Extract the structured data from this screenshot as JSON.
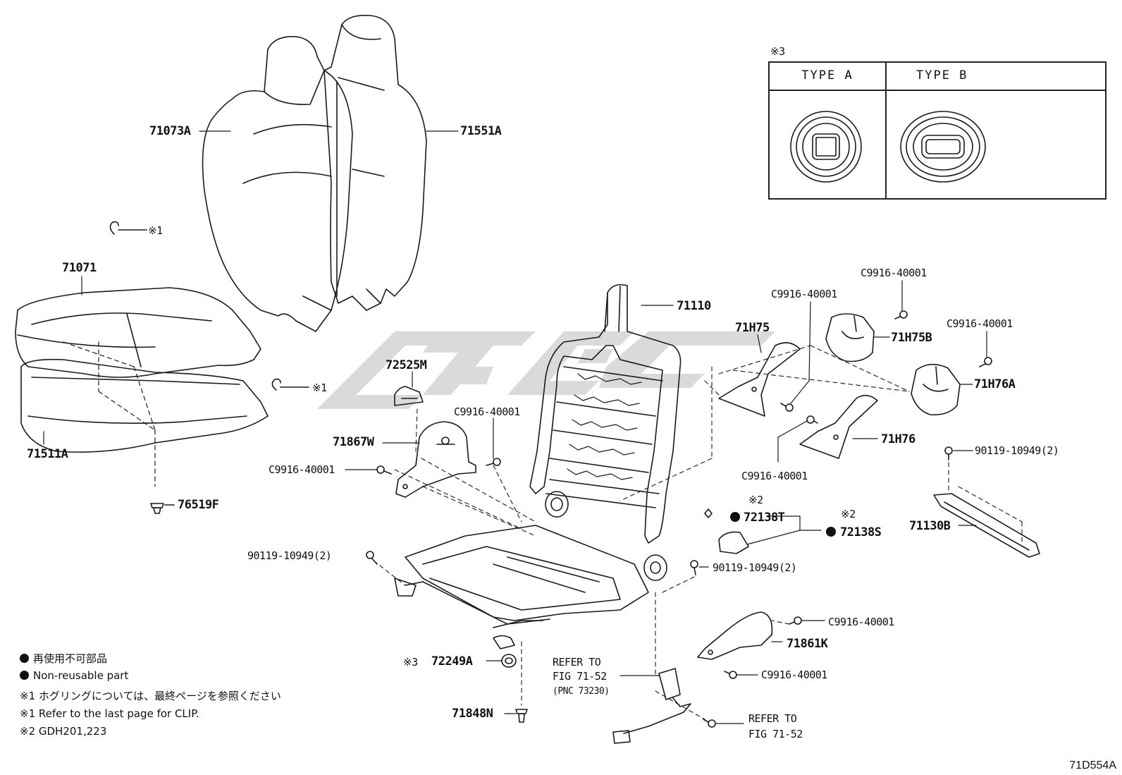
{
  "labels": {
    "p71073A": "71073A",
    "p71551A": "71551A",
    "p71071": "71071",
    "p71511A": "71511A",
    "p76519F": "76519F",
    "clip1a": "※1",
    "clip1b": "※1",
    "p72525M": "72525M",
    "p71867W": "71867W",
    "c9916_a": "C9916-40001",
    "c9916_b": "C9916-40001",
    "p71110": "71110",
    "p71H75": "71H75",
    "c9916_c": "C9916-40001",
    "c9916_d": "C9916-40001",
    "p71H75B": "71H75B",
    "c9916_e": "C9916-40001",
    "p71H76A": "71H76A",
    "p71H76": "71H76",
    "c9916_f": "C9916-40001",
    "p90119_a": "90119-10949(2)",
    "p71130B": "71130B",
    "mark2a": "※2",
    "p72138T": "72138T",
    "mark2b": "※2",
    "p72138S": "72138S",
    "p90119_b": "90119-10949(2)",
    "p90119_c": "90119-10949(2)",
    "c9916_g": "C9916-40001",
    "p71861K": "71861K",
    "c9916_h": "C9916-40001",
    "mark3": "※3",
    "p72249A": "72249A",
    "refer1a": "REFER TO",
    "refer1b": "FIG 71-52",
    "refer1c": "(PNC 73230)",
    "refer2a": "REFER TO",
    "refer2b": "FIG 71-52",
    "p71848N": "71848N"
  },
  "type_box": {
    "mark": "※3",
    "type_a": "TYPE  A",
    "type_b": "TYPE  B"
  },
  "notes": {
    "legend_jp": "再使用不可部品",
    "legend_en": "Non-reusable part",
    "note1_jp": "※1 ホグリングについては、最終ページを参照ください",
    "note1_en": "※1 Refer to the last page for CLIP.",
    "note2": "※2 GDH201,223"
  },
  "diagram_code": "71D554A",
  "colors": {
    "line": "#1a1a1a",
    "watermark": "#cfcfcf",
    "dot": "#111111"
  }
}
